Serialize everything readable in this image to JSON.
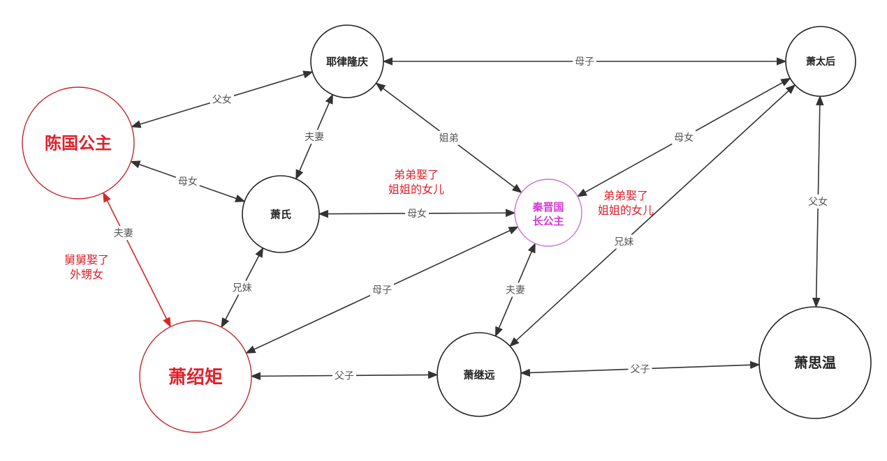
{
  "title": "Relationship diagram",
  "colors": {
    "default": "#222222",
    "red": "#c0282b",
    "magenta": "#d63ad6",
    "edge": "#333333",
    "edge_red": "#d62828"
  },
  "nodes": [
    {
      "id": "yelvlongqing",
      "label": "耶律隆庆",
      "style": "default"
    },
    {
      "id": "xiaotaihou",
      "label": "萧太后",
      "style": "default"
    },
    {
      "id": "chenguo",
      "label": "陈国公主",
      "style": "red"
    },
    {
      "id": "xiaoshi",
      "label": "萧氏",
      "style": "default"
    },
    {
      "id": "qinjin",
      "label": "秦晋国长公主",
      "style": "magenta"
    },
    {
      "id": "xiaoshaoju",
      "label": "萧绍矩",
      "style": "red"
    },
    {
      "id": "xiaojiyuan",
      "label": "萧继远",
      "style": "default"
    },
    {
      "id": "xiaosiwen",
      "label": "萧思温",
      "style": "default"
    }
  ],
  "edges": [
    {
      "from": "chenguo",
      "to": "yelvlongqing",
      "label": "父女"
    },
    {
      "from": "yelvlongqing",
      "to": "xiaotaihou",
      "label": "母子"
    },
    {
      "from": "yelvlongqing",
      "to": "xiaoshi",
      "label": "夫妻"
    },
    {
      "from": "yelvlongqing",
      "to": "qinjin",
      "label": "姐弟"
    },
    {
      "from": "chenguo",
      "to": "xiaoshi",
      "label": "母女"
    },
    {
      "from": "chenguo",
      "to": "xiaoshaoju",
      "label": "夫妻",
      "style": "red"
    },
    {
      "from": "xiaoshi",
      "to": "qinjin",
      "label": "母女"
    },
    {
      "from": "xiaoshi",
      "to": "xiaoshaoju",
      "label": "兄妹"
    },
    {
      "from": "xiaotaihou",
      "to": "qinjin",
      "label": "母女"
    },
    {
      "from": "xiaotaihou",
      "to": "xiaojiyuan",
      "label": "兄妹"
    },
    {
      "from": "xiaotaihou",
      "to": "xiaosiwen",
      "label": "父女"
    },
    {
      "from": "qinjin",
      "to": "xiaoshaoju",
      "label": "母子"
    },
    {
      "from": "qinjin",
      "to": "xiaojiyuan",
      "label": "夫妻"
    },
    {
      "from": "xiaoshaoju",
      "to": "xiaojiyuan",
      "label": "父子"
    },
    {
      "from": "xiaojiyuan",
      "to": "xiaosiwen",
      "label": "父子"
    }
  ],
  "notes": {
    "uncle_niece": "舅舅娶了\n外甥女",
    "brother_sister_daughter_1": "弟弟娶了\n姐姐的女儿",
    "brother_sister_daughter_2": "弟弟娶了\n姐姐的女儿"
  }
}
